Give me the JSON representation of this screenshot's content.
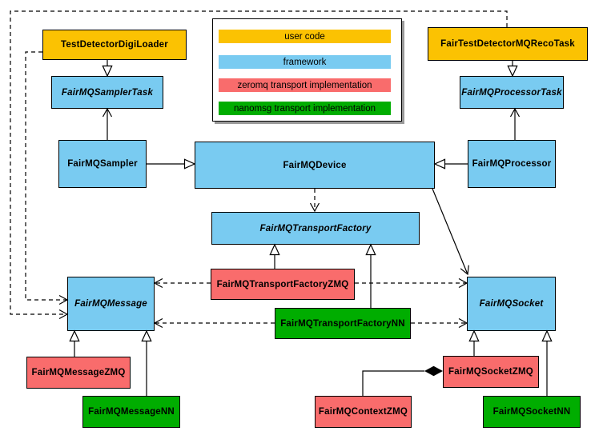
{
  "colors": {
    "user_code": "#FBC202",
    "framework": "#79CBF1",
    "zeromq": "#F96C6C",
    "nanomsg": "#00AD00"
  },
  "legend": {
    "items": [
      {
        "label": "user code"
      },
      {
        "label": "framework"
      },
      {
        "label": "zeromq transport implementation"
      },
      {
        "label": "nanomsg transport implementation"
      }
    ]
  },
  "classes": [
    {
      "id": "TestDetectorDigiLoader",
      "label": "TestDetectorDigiLoader",
      "category": "user code",
      "abstract": false
    },
    {
      "id": "FairMQSamplerTask",
      "label": "FairMQSamplerTask",
      "category": "framework",
      "abstract": true
    },
    {
      "id": "FairMQSampler",
      "label": "FairMQSampler",
      "category": "framework",
      "abstract": false
    },
    {
      "id": "FairMQDevice",
      "label": "FairMQDevice",
      "category": "framework",
      "abstract": false
    },
    {
      "id": "FairTestDetectorMQRecoTask",
      "label": "FairTestDetectorMQRecoTask",
      "category": "user code",
      "abstract": false
    },
    {
      "id": "FairMQProcessorTask",
      "label": "FairMQProcessorTask",
      "category": "framework",
      "abstract": true
    },
    {
      "id": "FairMQProcessor",
      "label": "FairMQProcessor",
      "category": "framework",
      "abstract": false
    },
    {
      "id": "FairMQTransportFactory",
      "label": "FairMQTransportFactory",
      "category": "framework",
      "abstract": true
    },
    {
      "id": "FairMQTransportFactoryZMQ",
      "label": "FairMQTransportFactoryZMQ",
      "category": "zeromq transport implementation",
      "abstract": false
    },
    {
      "id": "FairMQTransportFactoryNN",
      "label": "FairMQTransportFactoryNN",
      "category": "nanomsg transport implementation",
      "abstract": false
    },
    {
      "id": "FairMQMessage",
      "label": "FairMQMessage",
      "category": "framework",
      "abstract": true
    },
    {
      "id": "FairMQSocket",
      "label": "FairMQSocket",
      "category": "framework",
      "abstract": true
    },
    {
      "id": "FairMQMessageZMQ",
      "label": "FairMQMessageZMQ",
      "category": "zeromq transport implementation",
      "abstract": false
    },
    {
      "id": "FairMQMessageNN",
      "label": "FairMQMessageNN",
      "category": "nanomsg transport implementation",
      "abstract": false
    },
    {
      "id": "FairMQContextZMQ",
      "label": "FairMQContextZMQ",
      "category": "zeromq transport implementation",
      "abstract": false
    },
    {
      "id": "FairMQSocketZMQ",
      "label": "FairMQSocketZMQ",
      "category": "zeromq transport implementation",
      "abstract": false
    },
    {
      "id": "FairMQSocketNN",
      "label": "FairMQSocketNN",
      "category": "nanomsg transport implementation",
      "abstract": false
    }
  ],
  "relationships": [
    {
      "from": "TestDetectorDigiLoader",
      "to": "FairMQSamplerTask",
      "type": "generalization"
    },
    {
      "from": "FairTestDetectorMQRecoTask",
      "to": "FairMQProcessorTask",
      "type": "generalization"
    },
    {
      "from": "FairMQSampler",
      "to": "FairMQDevice",
      "type": "generalization"
    },
    {
      "from": "FairMQProcessor",
      "to": "FairMQDevice",
      "type": "generalization"
    },
    {
      "from": "FairMQTransportFactoryZMQ",
      "to": "FairMQTransportFactory",
      "type": "generalization"
    },
    {
      "from": "FairMQTransportFactoryNN",
      "to": "FairMQTransportFactory",
      "type": "generalization"
    },
    {
      "from": "FairMQMessageZMQ",
      "to": "FairMQMessage",
      "type": "generalization"
    },
    {
      "from": "FairMQMessageNN",
      "to": "FairMQMessage",
      "type": "generalization"
    },
    {
      "from": "FairMQSocketZMQ",
      "to": "FairMQSocket",
      "type": "generalization"
    },
    {
      "from": "FairMQSocketNN",
      "to": "FairMQSocket",
      "type": "generalization"
    },
    {
      "from": "FairMQSampler",
      "to": "FairMQSamplerTask",
      "type": "association"
    },
    {
      "from": "FairMQProcessor",
      "to": "FairMQProcessorTask",
      "type": "association"
    },
    {
      "from": "FairMQDevice",
      "to": "FairMQSocket",
      "type": "association"
    },
    {
      "from": "FairMQDevice",
      "to": "FairMQTransportFactory",
      "type": "dependency"
    },
    {
      "from": "FairMQTransportFactoryZMQ",
      "to": "FairMQMessage",
      "type": "dependency"
    },
    {
      "from": "FairMQTransportFactoryZMQ",
      "to": "FairMQSocket",
      "type": "dependency"
    },
    {
      "from": "FairMQTransportFactoryNN",
      "to": "FairMQMessage",
      "type": "dependency"
    },
    {
      "from": "FairMQTransportFactoryNN",
      "to": "FairMQSocket",
      "type": "dependency"
    },
    {
      "from": "TestDetectorDigiLoader",
      "to": "FairMQMessage",
      "type": "dependency"
    },
    {
      "from": "FairTestDetectorMQRecoTask",
      "to": "FairMQMessage",
      "type": "dependency"
    },
    {
      "from": "FairMQContextZMQ",
      "to": "FairMQSocketZMQ",
      "type": "composition",
      "diamond_at": "FairMQSocketZMQ"
    }
  ]
}
